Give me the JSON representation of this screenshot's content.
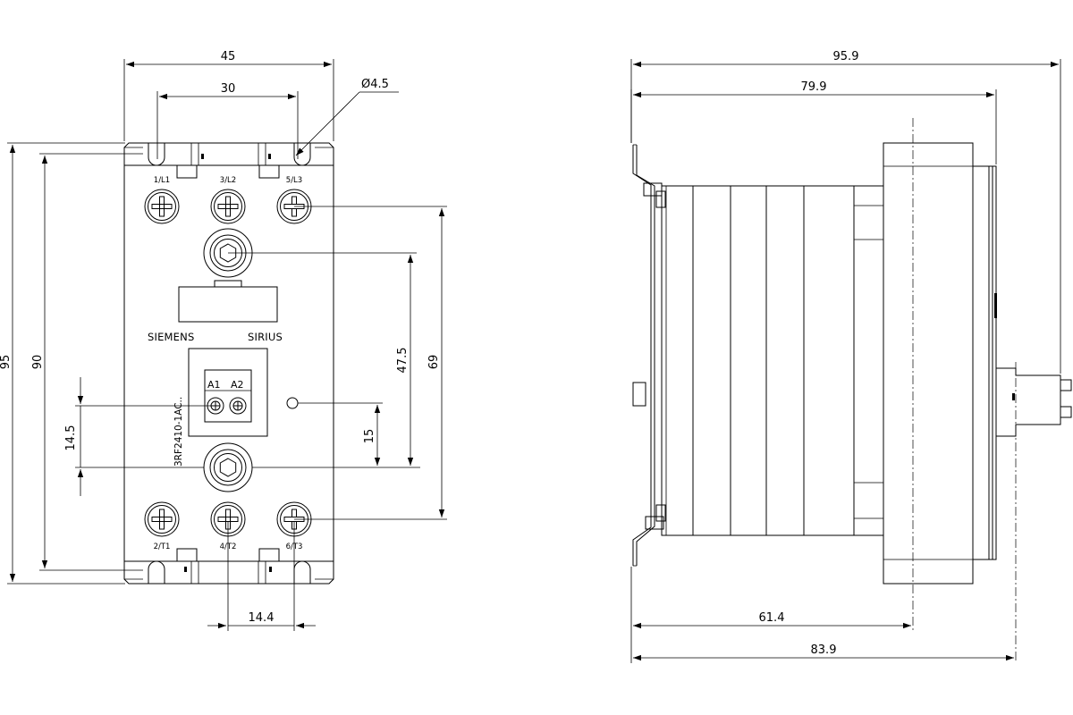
{
  "front_view": {
    "dimensions": {
      "width_overall": "45",
      "hole_spacing": "30",
      "hole_diameter": "Ø4.5",
      "height_overall": "95",
      "height_body": "90",
      "control_vertical": "14.5",
      "control_offset": "15",
      "screw_spacing": "47.5",
      "terminal_spacing": "69",
      "control_horizontal": "14.4"
    },
    "terminal_labels": {
      "top_1": "1/L1",
      "top_2": "3/L2",
      "top_3": "5/L3",
      "bottom_1": "2/T1",
      "bottom_2": "4/T2",
      "bottom_3": "6/T3",
      "a1": "A1",
      "a2": "A2"
    },
    "branding": {
      "manufacturer": "SIEMENS",
      "product_line": "SIRIUS",
      "order_number": "3RF2410-1AC.."
    }
  },
  "side_view": {
    "dimensions": {
      "depth_overall": "95.9",
      "depth_body": "79.9",
      "depth_rail": "61.4",
      "depth_connector": "83.9"
    }
  }
}
